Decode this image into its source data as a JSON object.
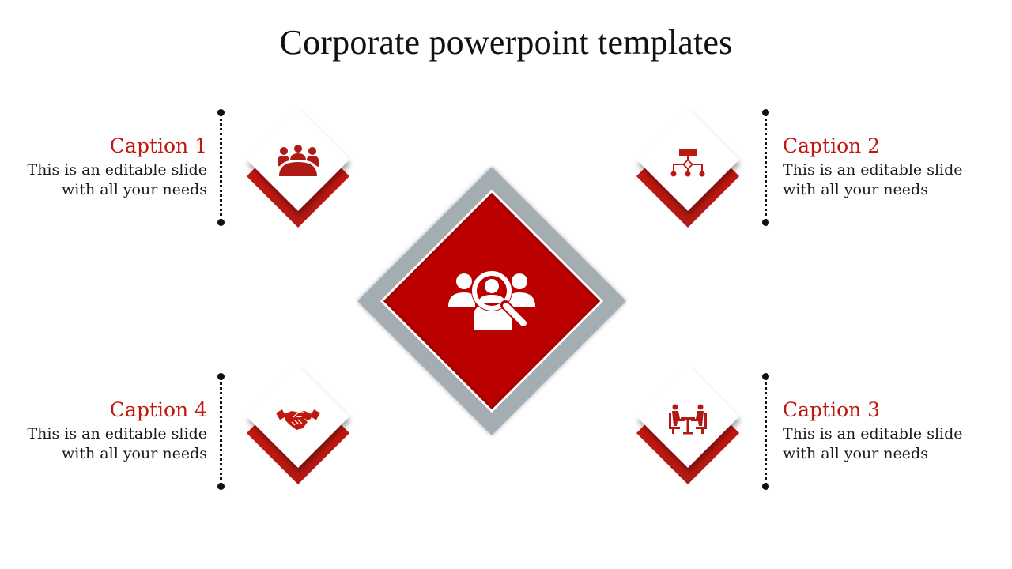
{
  "slide": {
    "title": "Corporate powerpoint templates",
    "colors": {
      "accent": "#bb0000",
      "caption": "#c0180f",
      "frame": "#a3adb2",
      "text": "#1a1a1a"
    },
    "center": {
      "icon": "people-search-icon"
    },
    "items": [
      {
        "caption": "Caption 1",
        "line1": "This is an editable slide",
        "line2": "with all your needs",
        "icon": "meeting-group-icon",
        "position": "top-left"
      },
      {
        "caption": "Caption 2",
        "line1": "This is an editable slide",
        "line2": "with all your needs",
        "icon": "org-chart-icon",
        "position": "top-right"
      },
      {
        "caption": "Caption 3",
        "line1": "This is an editable slide",
        "line2": "with all your needs",
        "icon": "meeting-table-icon",
        "position": "bottom-right"
      },
      {
        "caption": "Caption 4",
        "line1": "This is an editable slide",
        "line2": "with all your needs",
        "icon": "handshake-icon",
        "position": "bottom-left"
      }
    ]
  }
}
